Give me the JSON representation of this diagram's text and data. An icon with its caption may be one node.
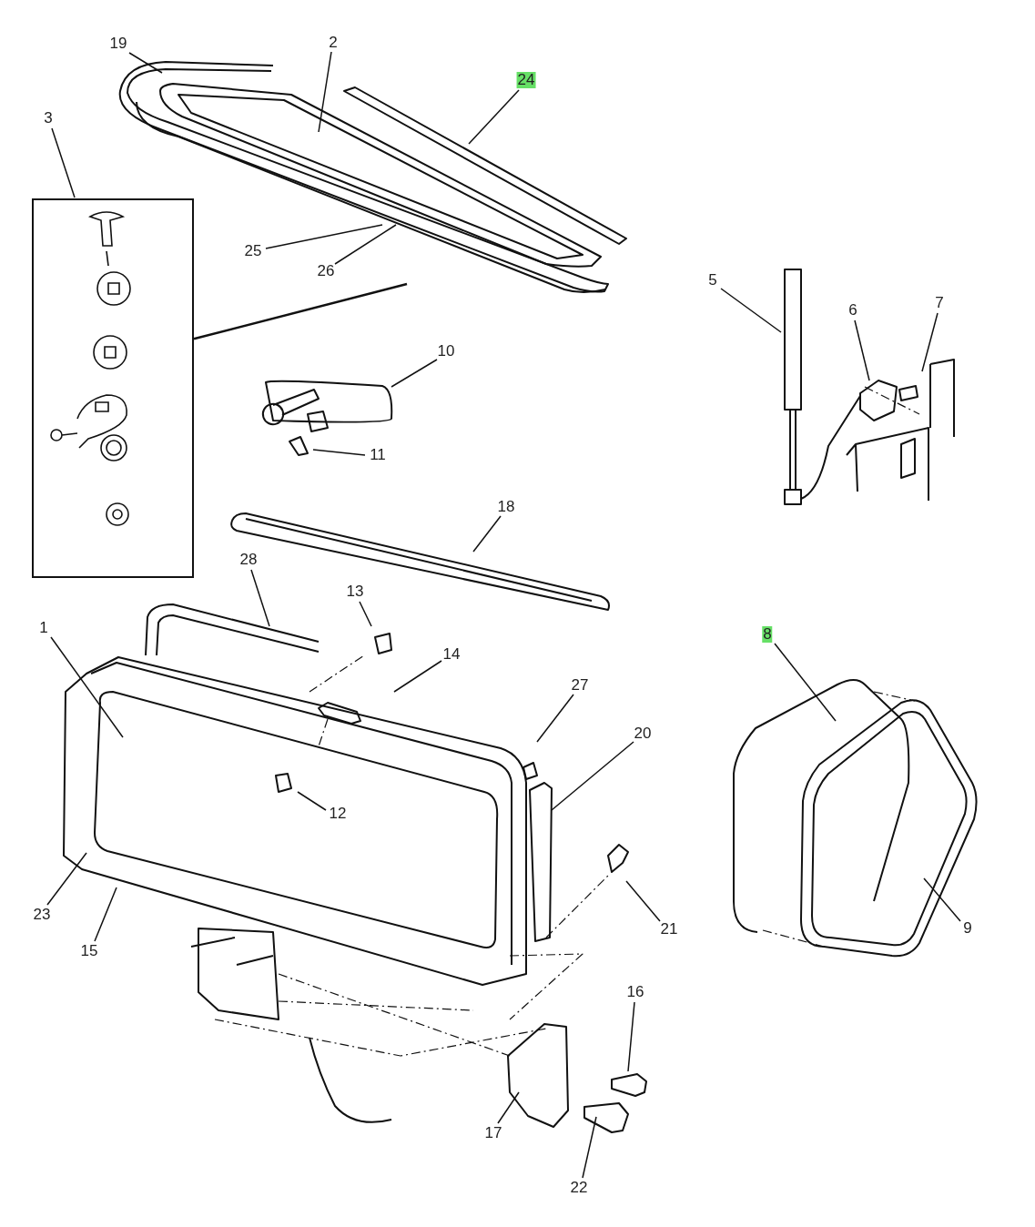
{
  "diagram": {
    "nodes": [
      {
        "text": [
          "19"
        ]
      },
      {
        "text": [
          "2"
        ]
      },
      {
        "text": [
          "24"
        ]
      },
      {
        "text": [
          "3"
        ]
      },
      {
        "text": [],
        "shape": "box"
      },
      {
        "text": [
          "25"
        ]
      },
      {
        "text": [
          "26"
        ]
      },
      {
        "text": [
          "5"
        ]
      },
      {
        "text": [
          "6"
        ]
      },
      {
        "text": [
          "7"
        ]
      },
      {
        "text": [
          "10"
        ]
      },
      {
        "text": [
          "11"
        ]
      },
      {
        "text": [
          "18"
        ]
      },
      {
        "text": [
          "28"
        ]
      },
      {
        "text": [
          "13"
        ]
      },
      {
        "text": [
          "1"
        ]
      },
      {
        "text": [
          "8"
        ]
      },
      {
        "text": [
          "14"
        ]
      },
      {
        "text": [
          "27"
        ]
      },
      {
        "text": [
          "20"
        ]
      },
      {
        "text": [
          "12"
        ]
      },
      {
        "text": [
          "23"
        ]
      },
      {
        "text": [
          "21"
        ]
      },
      {
        "text": [
          "9"
        ]
      },
      {
        "text": [
          "15"
        ]
      },
      {
        "text": [
          "16"
        ]
      },
      {
        "text": [
          "17"
        ]
      },
      {
        "text": [
          "22"
        ]
      }
    ],
    "edges": [
      {
        "from": 0,
        "to": null,
        "arrow": "none"
      },
      {
        "from": 1,
        "to": null,
        "arrow": "none"
      },
      {
        "from": 2,
        "to": null,
        "arrow": "none"
      },
      {
        "from": 3,
        "to": 4,
        "arrow": "none"
      },
      {
        "from": 4,
        "to": null,
        "arrow": "none"
      },
      {
        "from": 5,
        "to": null,
        "arrow": "none"
      },
      {
        "from": 6,
        "to": null,
        "arrow": "none"
      },
      {
        "from": 7,
        "to": null,
        "arrow": "none"
      },
      {
        "from": 8,
        "to": null,
        "arrow": "none"
      },
      {
        "from": 9,
        "to": null,
        "arrow": "none"
      },
      {
        "from": 10,
        "to": null,
        "arrow": "none"
      },
      {
        "from": 11,
        "to": null,
        "arrow": "none"
      },
      {
        "from": 12,
        "to": null,
        "arrow": "none"
      },
      {
        "from": 13,
        "to": null,
        "arrow": "none"
      },
      {
        "from": 14,
        "to": null,
        "arrow": "none"
      },
      {
        "from": 15,
        "to": null,
        "arrow": "none"
      },
      {
        "from": 16,
        "to": null,
        "arrow": "none"
      },
      {
        "from": 17,
        "to": null,
        "arrow": "none"
      },
      {
        "from": 18,
        "to": null,
        "arrow": "none"
      },
      {
        "from": 19,
        "to": null,
        "arrow": "none"
      },
      {
        "from": 20,
        "to": null,
        "arrow": "none"
      },
      {
        "from": 21,
        "to": null,
        "arrow": "none"
      },
      {
        "from": 22,
        "to": null,
        "arrow": "none"
      },
      {
        "from": 23,
        "to": null,
        "arrow": "none"
      },
      {
        "from": 24,
        "to": null,
        "arrow": "none"
      },
      {
        "from": 25,
        "to": null,
        "arrow": "none"
      },
      {
        "from": 26,
        "to": null,
        "arrow": "none"
      },
      {
        "from": 27,
        "to": null,
        "arrow": "none"
      }
    ]
  }
}
